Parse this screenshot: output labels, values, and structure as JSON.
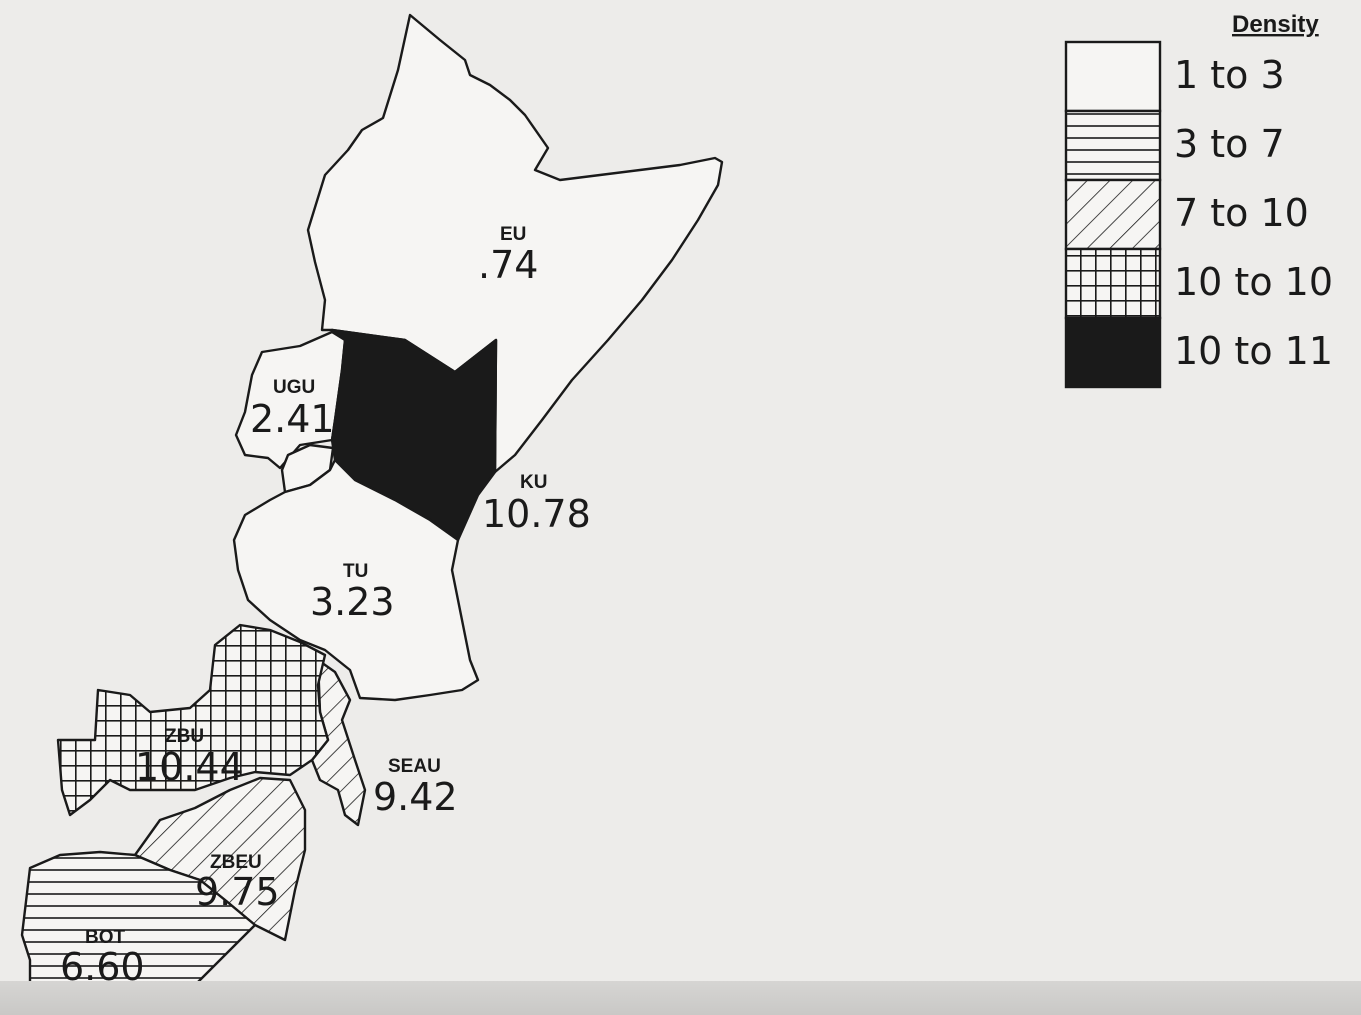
{
  "legend": {
    "title": "Density",
    "items": [
      {
        "label": "1 to 3",
        "pattern": "empty"
      },
      {
        "label": "3 to 7",
        "pattern": "horizontal"
      },
      {
        "label": "7 to 10",
        "pattern": "diagonal"
      },
      {
        "label": "10 to 10",
        "pattern": "grid"
      },
      {
        "label": "10 to 11",
        "pattern": "solid"
      }
    ]
  },
  "regions": [
    {
      "id": "EU",
      "abbr": "EU",
      "value": ".74",
      "pattern": "empty"
    },
    {
      "id": "UGU",
      "abbr": "UGU",
      "value": "2.41",
      "pattern": "empty"
    },
    {
      "id": "KU",
      "abbr": "KU",
      "value": "10.78",
      "pattern": "solid"
    },
    {
      "id": "TU",
      "abbr": "TU",
      "value": "3.23",
      "pattern": "empty"
    },
    {
      "id": "ZBU",
      "abbr": "ZBU",
      "value": "10.44",
      "pattern": "grid"
    },
    {
      "id": "SEAU",
      "abbr": "SEAU",
      "value": "9.42",
      "pattern": "diagonal"
    },
    {
      "id": "ZBEU",
      "abbr": "ZBEU",
      "value": "9.75",
      "pattern": "diagonal"
    },
    {
      "id": "BOT",
      "abbr": "BOT",
      "value": "6.60",
      "pattern": "horizontal"
    }
  ],
  "colors": {
    "ink": "#1a1a1a",
    "paper": "#edecea",
    "fill_empty": "#f6f5f3"
  }
}
